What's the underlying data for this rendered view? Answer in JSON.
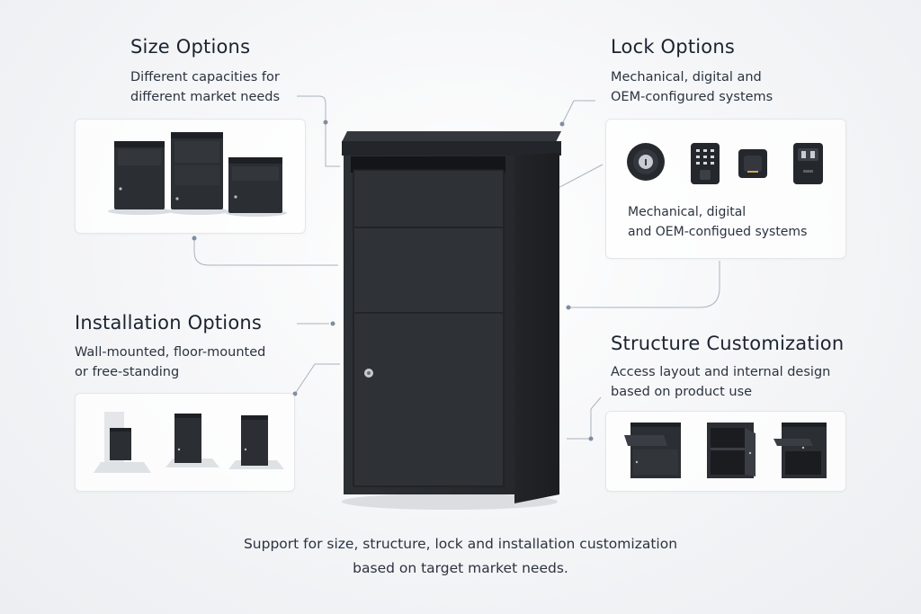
{
  "size": {
    "heading": "Size Options",
    "desc_line1": "Different capacities for",
    "desc_line2": "different market needs"
  },
  "lock": {
    "heading": "Lock Options",
    "desc_line1": "Mechanical, digital and",
    "desc_line2": "OEM-configured systems",
    "caption_line1": "Mechanical, digital",
    "caption_line2": "and OEM-configued systems",
    "icons": [
      "keyed-deadbolt-icon",
      "keypad-lock-icon",
      "fingerprint-lock-icon",
      "digital-display-lock-icon"
    ]
  },
  "installation": {
    "heading": "Installation Options",
    "desc_line1": "Wall-mounted, floor-mounted",
    "desc_line2": "or free-standing"
  },
  "structure": {
    "heading": "Structure Customization",
    "desc_line1": "Access layout and internal design",
    "desc_line2": "based on product use"
  },
  "footer": {
    "line1": "Support for size, structure, lock and installation customization",
    "line2": "based on target market needs."
  },
  "colors": {
    "product": "#2a2d31",
    "background": "#f3f4f6",
    "connector": "#9aa6b4"
  }
}
